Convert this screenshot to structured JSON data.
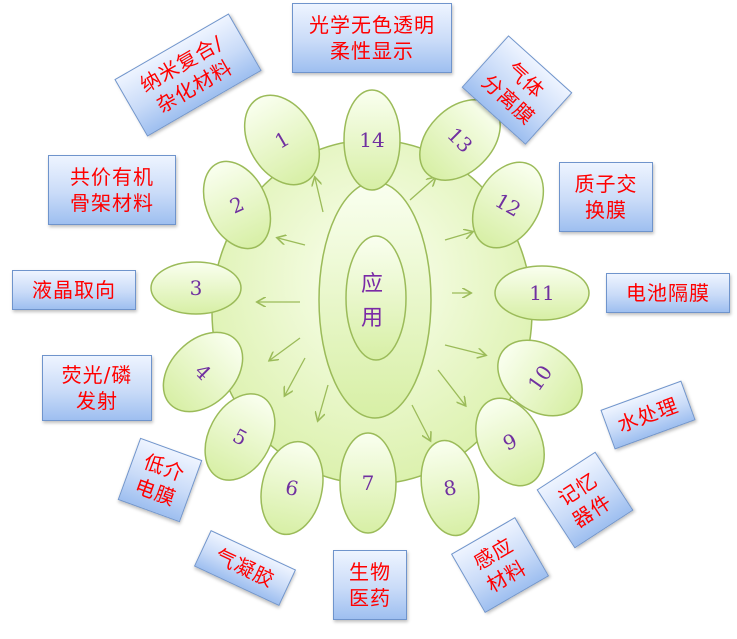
{
  "center": {
    "line1": "应",
    "line2": "用"
  },
  "petals": [
    "1",
    "2",
    "3",
    "4",
    "5",
    "6",
    "7",
    "8",
    "9",
    "10",
    "11",
    "12",
    "13",
    "14"
  ],
  "applications": [
    {
      "lines": [
        "光学无色透明",
        "柔性显示"
      ]
    },
    {
      "lines": [
        "气体",
        "分离膜"
      ]
    },
    {
      "lines": [
        "质子交",
        "换膜"
      ]
    },
    {
      "lines": [
        "电池隔膜"
      ]
    },
    {
      "lines": [
        "水处理"
      ]
    },
    {
      "lines": [
        "记忆",
        "器件"
      ]
    },
    {
      "lines": [
        "感应",
        "材料"
      ]
    },
    {
      "lines": [
        "生物",
        "医药"
      ]
    },
    {
      "lines": [
        "气凝胶"
      ]
    },
    {
      "lines": [
        "低介",
        "电膜"
      ]
    },
    {
      "lines": [
        "荧光/磷",
        "发射"
      ]
    },
    {
      "lines": [
        "液晶取向"
      ]
    },
    {
      "lines": [
        "共价有机",
        "骨架材料"
      ]
    },
    {
      "lines": [
        "纳米复合/",
        "杂化材料"
      ]
    }
  ],
  "colors": {
    "petal_fill": "#e8f7c8",
    "petal_stroke": "#9bbb59",
    "number": "#7030a0",
    "label_text": "#ff0000",
    "box_border": "#6f94cc"
  }
}
